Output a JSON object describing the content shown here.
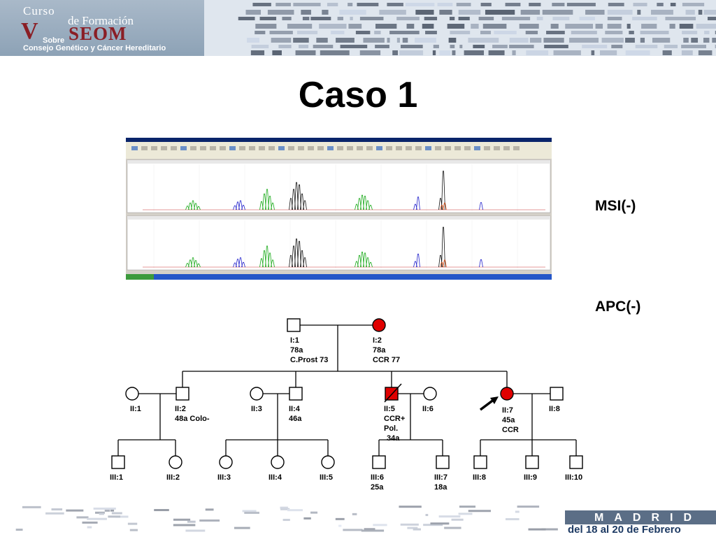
{
  "logo": {
    "line1": "Curso",
    "line2": "de Formación",
    "line3": "SEOM",
    "line4": "Sobre",
    "line5": "Consejo Genético y Cáncer Hereditario",
    "mark": "V"
  },
  "title": "Caso 1",
  "labels": {
    "msi": "MSI(-)",
    "apc": "APC(-)"
  },
  "pedigree": {
    "individuals": [
      {
        "id": "I:1",
        "lines": [
          "78a",
          "C.Prost 73"
        ],
        "sex": "male",
        "affected": false
      },
      {
        "id": "I:2",
        "lines": [
          "78a",
          "CCR 77"
        ],
        "sex": "female",
        "affected": true
      },
      {
        "id": "II:1",
        "lines": [],
        "sex": "female",
        "affected": false
      },
      {
        "id": "II:2",
        "lines": [
          "48a Colo-"
        ],
        "sex": "male",
        "affected": false
      },
      {
        "id": "II:3",
        "lines": [],
        "sex": "female",
        "affected": false
      },
      {
        "id": "II:4",
        "lines": [
          "46a"
        ],
        "sex": "male",
        "affected": false
      },
      {
        "id": "II:5",
        "lines": [
          "CCR+",
          "Pol.",
          "34a"
        ],
        "sex": "male",
        "affected": true,
        "deceased": true
      },
      {
        "id": "II:6",
        "lines": [],
        "sex": "female",
        "affected": false
      },
      {
        "id": "II:7",
        "lines": [
          "45a",
          "CCR"
        ],
        "sex": "female",
        "affected": true,
        "proband": true
      },
      {
        "id": "II:8",
        "lines": [],
        "sex": "male",
        "affected": false
      },
      {
        "id": "III:1",
        "lines": [],
        "sex": "male",
        "affected": false
      },
      {
        "id": "III:2",
        "lines": [],
        "sex": "female",
        "affected": false
      },
      {
        "id": "III:3",
        "lines": [],
        "sex": "female",
        "affected": false
      },
      {
        "id": "III:4",
        "lines": [],
        "sex": "female",
        "affected": false
      },
      {
        "id": "III:5",
        "lines": [],
        "sex": "female",
        "affected": false
      },
      {
        "id": "III:6",
        "lines": [
          "25a"
        ],
        "sex": "male",
        "affected": false
      },
      {
        "id": "III:7",
        "lines": [
          "18a"
        ],
        "sex": "male",
        "affected": false
      },
      {
        "id": "III:8",
        "lines": [],
        "sex": "male",
        "affected": false
      },
      {
        "id": "III:9",
        "lines": [],
        "sex": "male",
        "affected": false
      },
      {
        "id": "III:10",
        "lines": [],
        "sex": "male",
        "affected": false
      }
    ]
  },
  "footer": {
    "city": "MADRID",
    "dates": "del 18 al 20 de Febrero"
  },
  "colors": {
    "affected": "#e00000",
    "title": "#000000",
    "logo_red": "#8a1e25",
    "footer_blue": "#1d3a63"
  }
}
